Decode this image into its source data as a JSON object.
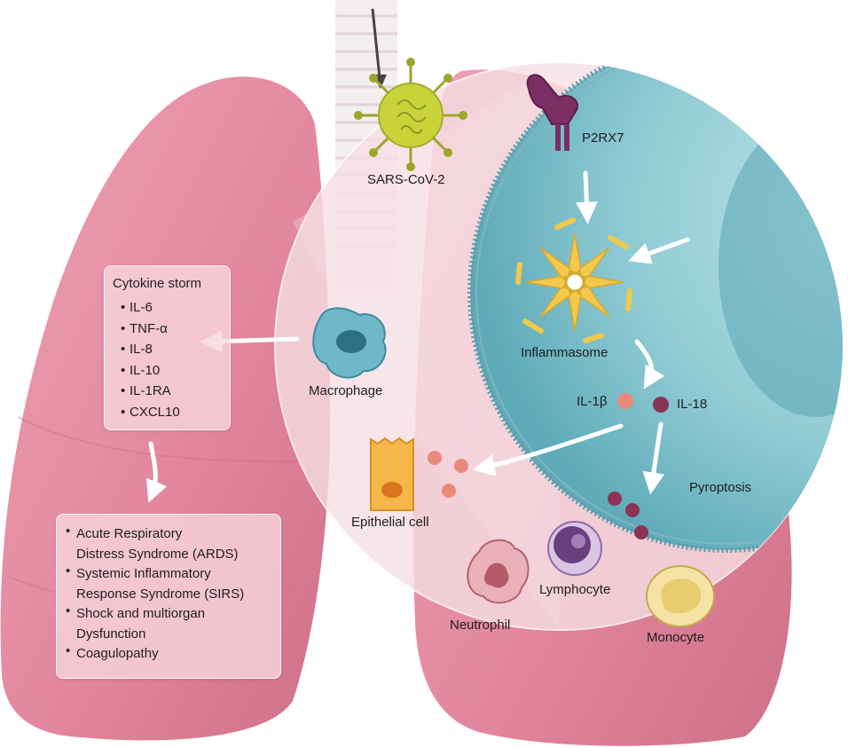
{
  "labels": {
    "virus": "SARS-CoV-2",
    "receptor": "P2RX7",
    "inflammasome": "Inflammasome",
    "il1b": "IL-1β",
    "il18": "IL-18",
    "macrophage": "Macrophage",
    "epithelial": "Epithelial cell",
    "pyroptosis": "Pyroptosis",
    "lymphocyte": "Lymphocyte",
    "neutrophil": "Neutrophil",
    "monocyte": "Monocyte"
  },
  "cytokine_storm": {
    "title": "Cytokine storm",
    "items": [
      "IL-6",
      "TNF-α",
      "IL-8",
      "IL-10",
      "IL-1RA",
      "CXCL10"
    ]
  },
  "outcomes": {
    "items": [
      "Acute Respiratory\nDistress Syndrome (ARDS)",
      "Systemic Inflammatory\nResponse Syndrome (SIRS)",
      "Shock and multiorgan\nDysfunction",
      "Coagulopathy"
    ]
  },
  "colors": {
    "lung": "#e58ea2",
    "lung_dark": "#c96a80",
    "cell_inner": "#9fd3da",
    "inflammasome": "#f2c94c",
    "virus": "#c8d33a",
    "macrophage": "#6fb8c9",
    "il1b": "#e88a7a",
    "il18": "#8a3454"
  }
}
